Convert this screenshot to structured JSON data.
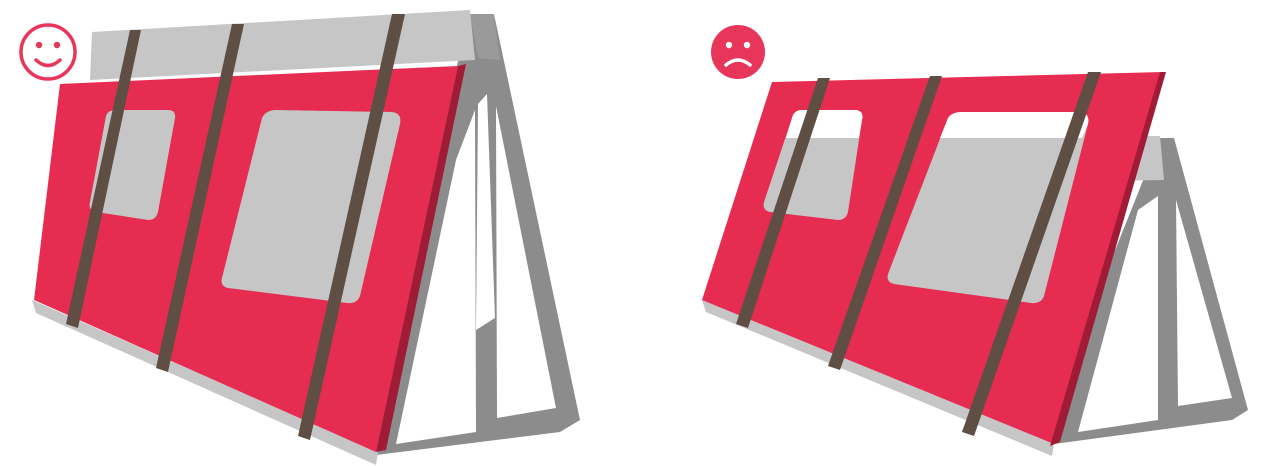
{
  "colors": {
    "frame": "#8c8c8c",
    "backing": "#c6c6c6",
    "panel": "#e62c50",
    "panel_edge": "#a01c36",
    "strap": "#5e4e43",
    "window": "#c6c6c6",
    "good_icon": "#e8355a",
    "bad_icon": "#e8355a"
  },
  "panels": [
    {
      "id": "good",
      "status_icon": "smiley-face-icon",
      "rating": "correct"
    },
    {
      "id": "bad",
      "status_icon": "frowning-face-icon",
      "rating": "incorrect"
    }
  ]
}
